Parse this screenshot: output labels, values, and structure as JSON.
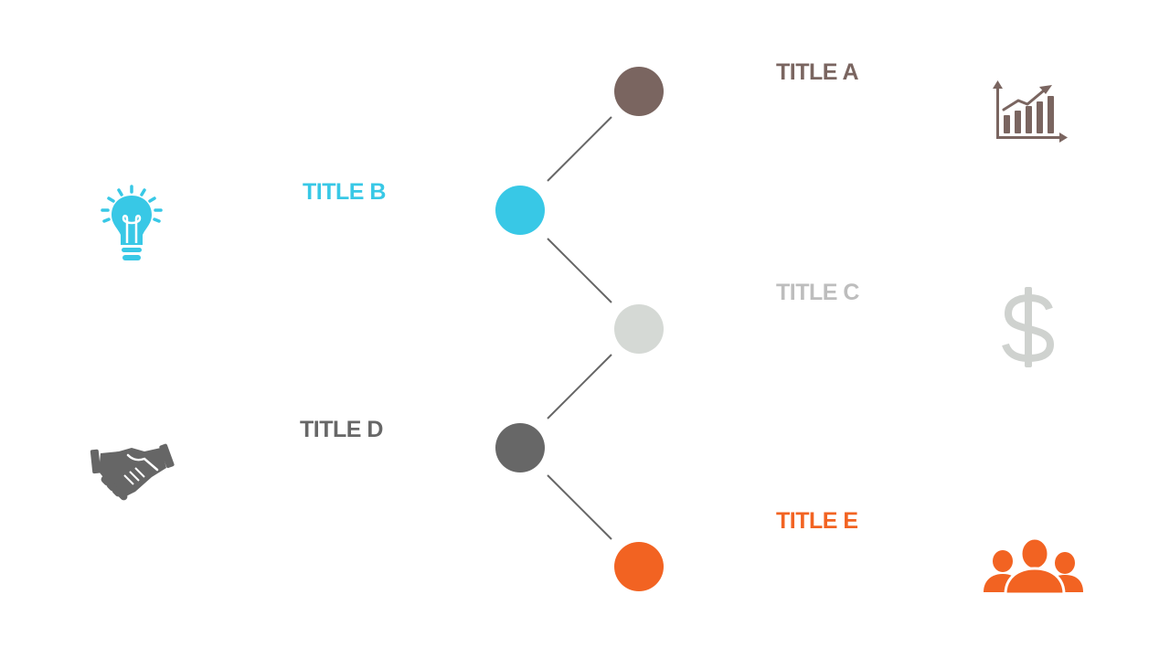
{
  "colors": {
    "a": "#7a6560",
    "b": "#38c8e6",
    "c": "#d5d9d5",
    "d": "#676767",
    "e": "#f26322",
    "title_c": "#bdbdbd",
    "icon_c": "#cfd2cf",
    "line": "#666666"
  },
  "items": [
    {
      "id": "a",
      "title": "TITLE A",
      "icon": "growth-chart-icon"
    },
    {
      "id": "b",
      "title": "TITLE B",
      "icon": "lightbulb-icon"
    },
    {
      "id": "c",
      "title": "TITLE C",
      "icon": "dollar-icon"
    },
    {
      "id": "d",
      "title": "TITLE D",
      "icon": "handshake-icon"
    },
    {
      "id": "e",
      "title": "TITLE E",
      "icon": "people-icon"
    }
  ]
}
